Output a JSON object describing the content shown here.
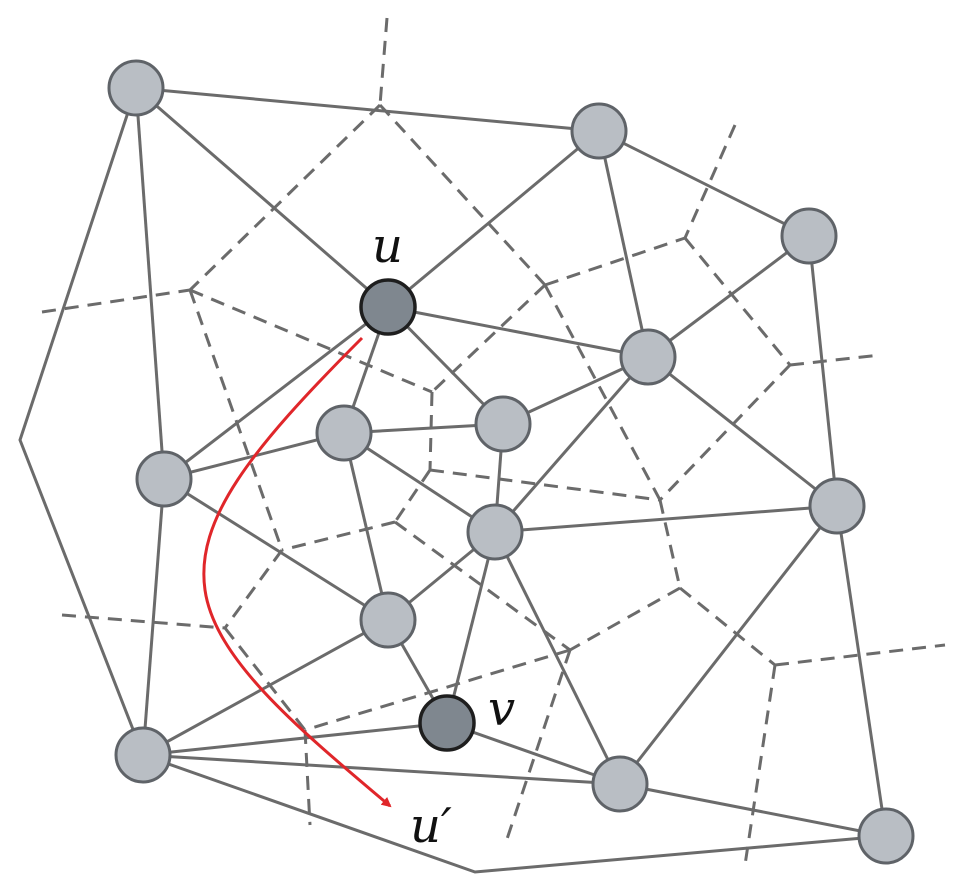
{
  "labels": {
    "u": "u",
    "v": "v",
    "u_prime": "u′"
  },
  "colors": {
    "node_fill": "#b9bec4",
    "highlight_node_fill": "#7f878f",
    "edge": "#6b6b6b",
    "path": "#e0262a"
  }
}
